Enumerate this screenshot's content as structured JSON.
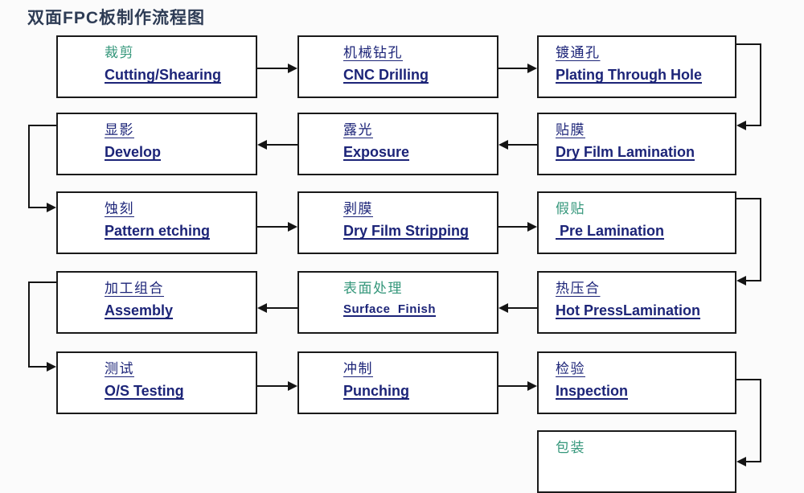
{
  "title": "双面FPC板制作流程图",
  "colors": {
    "navy": "#1c2478",
    "green": "#35977b",
    "title": "#2e3c55",
    "line": "#141414",
    "background": "#fbfbfb"
  },
  "flow": {
    "type": "process-flowchart",
    "layout": "serpentine, 3 columns, rows alternate direction",
    "steps": [
      {
        "id": "cutting",
        "cn": "裁剪",
        "en": "Cutting/Shearing",
        "cn_style": "green",
        "row": 1,
        "col": 1
      },
      {
        "id": "cnc-drilling",
        "cn": "机械钻孔",
        "en": "CNC Drilling",
        "cn_style": "navy",
        "row": 1,
        "col": 2
      },
      {
        "id": "plating-through-hole",
        "cn": "镀通孔",
        "en": "Plating Through Hole",
        "cn_style": "navy",
        "row": 1,
        "col": 3
      },
      {
        "id": "develop",
        "cn": "显影",
        "en": "Develop",
        "cn_style": "navy",
        "row": 2,
        "col": 1
      },
      {
        "id": "exposure",
        "cn": "露光",
        "en": "Exposure",
        "cn_style": "navy",
        "row": 2,
        "col": 2
      },
      {
        "id": "dry-film-lamination",
        "cn": "贴膜",
        "en": "Dry Film Lamination",
        "cn_style": "navy",
        "row": 2,
        "col": 3
      },
      {
        "id": "pattern-etching",
        "cn": "蚀刻",
        "en": "Pattern etching",
        "cn_style": "navy",
        "row": 3,
        "col": 1
      },
      {
        "id": "dry-film-stripping",
        "cn": "剥膜",
        "en": "Dry Film Stripping",
        "cn_style": "navy",
        "row": 3,
        "col": 2
      },
      {
        "id": "pre-lamination",
        "cn": "假贴",
        "en": " Pre Lamination",
        "cn_style": "green",
        "row": 3,
        "col": 3
      },
      {
        "id": "assembly",
        "cn": "加工组合",
        "en": "Assembly",
        "cn_style": "navy",
        "row": 4,
        "col": 1
      },
      {
        "id": "surface-finish",
        "cn": "表面处理",
        "en": "Surface  Finish",
        "cn_style": "green",
        "row": 4,
        "col": 2
      },
      {
        "id": "hot-press-lamination",
        "cn": "热压合",
        "en": "Hot PressLamination",
        "cn_style": "navy",
        "row": 4,
        "col": 3
      },
      {
        "id": "os-testing",
        "cn": "测试",
        "en": "O/S Testing",
        "cn_style": "navy",
        "row": 5,
        "col": 1
      },
      {
        "id": "punching",
        "cn": "冲制",
        "en": "Punching",
        "cn_style": "navy",
        "row": 5,
        "col": 2
      },
      {
        "id": "inspection",
        "cn": "检验",
        "en": "Inspection",
        "cn_style": "navy",
        "row": 5,
        "col": 3
      },
      {
        "id": "packaging",
        "cn": "包装",
        "en": "",
        "cn_style": "green",
        "row": 6,
        "col": 3
      }
    ],
    "sequence": [
      "cutting",
      "cnc-drilling",
      "plating-through-hole",
      "dry-film-lamination",
      "exposure",
      "develop",
      "pattern-etching",
      "dry-film-stripping",
      "pre-lamination",
      "hot-press-lamination",
      "surface-finish",
      "assembly",
      "os-testing",
      "punching",
      "inspection",
      "packaging"
    ]
  }
}
